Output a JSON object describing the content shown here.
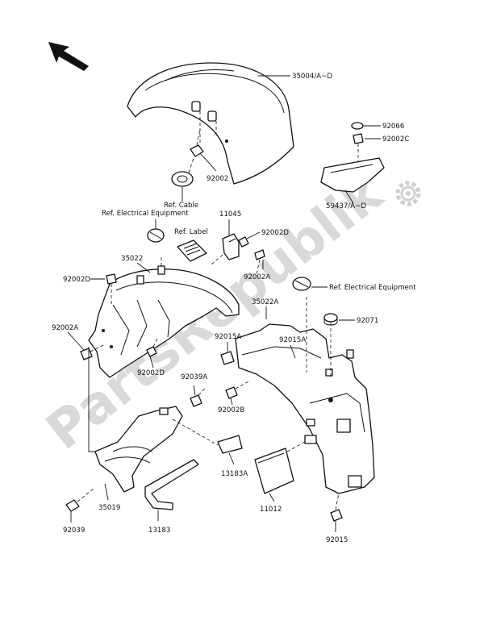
{
  "watermark": "PartsRepublik",
  "labels": {
    "p35004": "35004/A~D",
    "p92066": "92066",
    "p92002C": "92002C",
    "p92002": "92002",
    "p59437": "59437/A~D",
    "ref_cable": "Ref. Cable",
    "ref_elec_1": "Ref. Electrical Equipment",
    "p11045": "11045",
    "ref_label": "Ref. Label",
    "p92002D_a": "92002D",
    "p35022": "35022",
    "p92002D_b": "92002D",
    "p92002A_a": "92002A",
    "ref_elec_2": "Ref. Electrical Equipment",
    "p35022A": "35022A",
    "p92071": "92071",
    "p92002A_b": "92002A",
    "p92015A_a": "92015A",
    "p92015A_b": "92015A",
    "p92002D_c": "92002D",
    "p92039A": "92039A",
    "p92002B": "92002B",
    "p13183A": "13183A",
    "p11012": "11012",
    "p35019": "35019",
    "p92039": "92039",
    "p13183": "13183",
    "p92015": "92015"
  },
  "icons": {
    "direction": "direction-arrow-icon",
    "settings": "gear-icon"
  }
}
